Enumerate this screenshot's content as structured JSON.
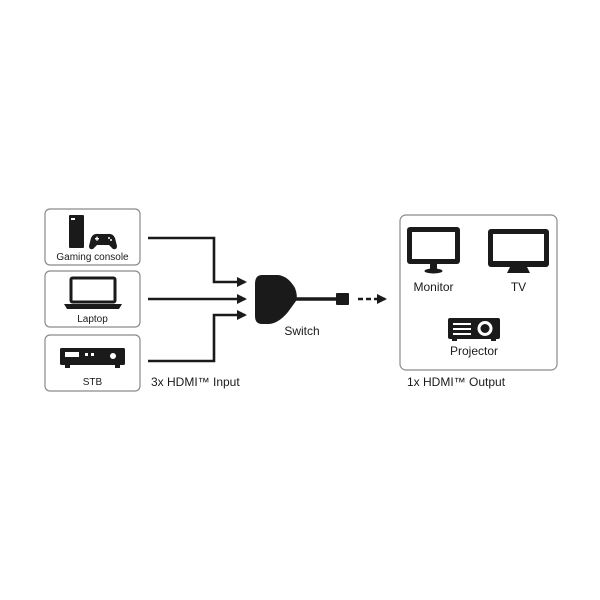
{
  "inputs": [
    {
      "label": "Gaming console",
      "icon": "gaming-console-icon"
    },
    {
      "label": "Laptop",
      "icon": "laptop-icon"
    },
    {
      "label": "STB",
      "icon": "set-top-box-icon"
    }
  ],
  "input_caption": "3x HDMI™ Input",
  "switch_label": "Switch",
  "output_caption": "1x HDMI™ Output",
  "outputs": [
    {
      "label": "Monitor",
      "icon": "monitor-icon"
    },
    {
      "label": "TV",
      "icon": "tv-icon"
    },
    {
      "label": "Projector",
      "icon": "projector-icon"
    }
  ],
  "colors": {
    "line": "#1a1a1a",
    "box_border": "#8a8a8a",
    "background": "#ffffff"
  }
}
